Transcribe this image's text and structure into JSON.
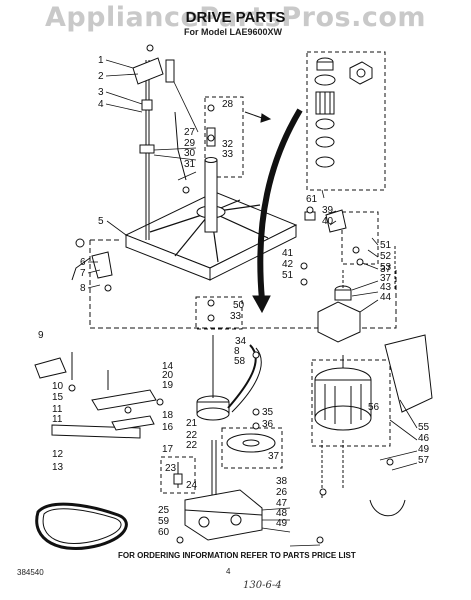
{
  "watermark": "AppliancePartsPros.com",
  "title": "DRIVE PARTS",
  "model_line": "For Model LAE9600XW",
  "footer": {
    "ref_id": "384540",
    "order_note": "FOR ORDERING INFORMATION REFER TO PARTS PRICE LIST",
    "page_number": "4",
    "handwritten": "130-6-4"
  },
  "callouts": {
    "c1": "1",
    "c2": "2",
    "c3": "3",
    "c4": "4",
    "c5": "5",
    "c6": "6",
    "c7": "7",
    "c8": "8",
    "c9": "9",
    "c10": "10",
    "c11": "11",
    "c12": "12",
    "c13": "13",
    "c14": "14",
    "c15": "15",
    "c16": "16",
    "c17": "17",
    "c18": "18",
    "c19": "19",
    "c20": "20",
    "c21": "21",
    "c22": "22",
    "c23": "23",
    "c24": "24",
    "c25": "25",
    "c26": "26",
    "c27": "27",
    "c28": "28",
    "c29": "29",
    "c30": "30",
    "c31": "31",
    "c32": "32",
    "c33": "33",
    "c33b": "33",
    "c34": "34",
    "c35": "35",
    "c36": "36",
    "c37": "37",
    "c37b": "37",
    "c37c": "37",
    "c38": "38",
    "c39": "39",
    "c40": "40",
    "c41": "41",
    "c42": "42",
    "c43": "43",
    "c44": "44",
    "c46": "46",
    "c47": "47",
    "c48": "48",
    "c49": "49",
    "c49b": "49",
    "c50": "50",
    "c51": "51",
    "c51b": "51",
    "c52": "52",
    "c53": "53",
    "c55": "55",
    "c56": "56",
    "c57": "57",
    "c58": "58",
    "c59": "59",
    "c60": "60",
    "c61": "61",
    "c8b": "8",
    "c11b": "11",
    "c22b": "22"
  }
}
